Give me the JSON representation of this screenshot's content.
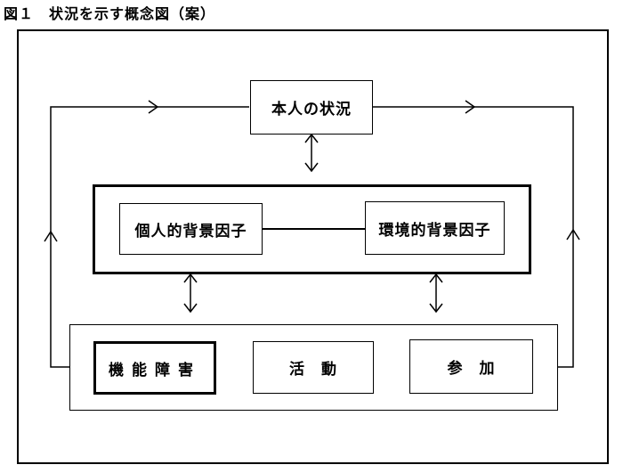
{
  "title": "図１　状況を示す概念図（案）",
  "nodes": {
    "person": "本人の状況",
    "personal": "個人的背景因子",
    "environmental": "環境的背景因子",
    "function": "機能障害",
    "activity": "活　動",
    "participation": "参　加"
  }
}
